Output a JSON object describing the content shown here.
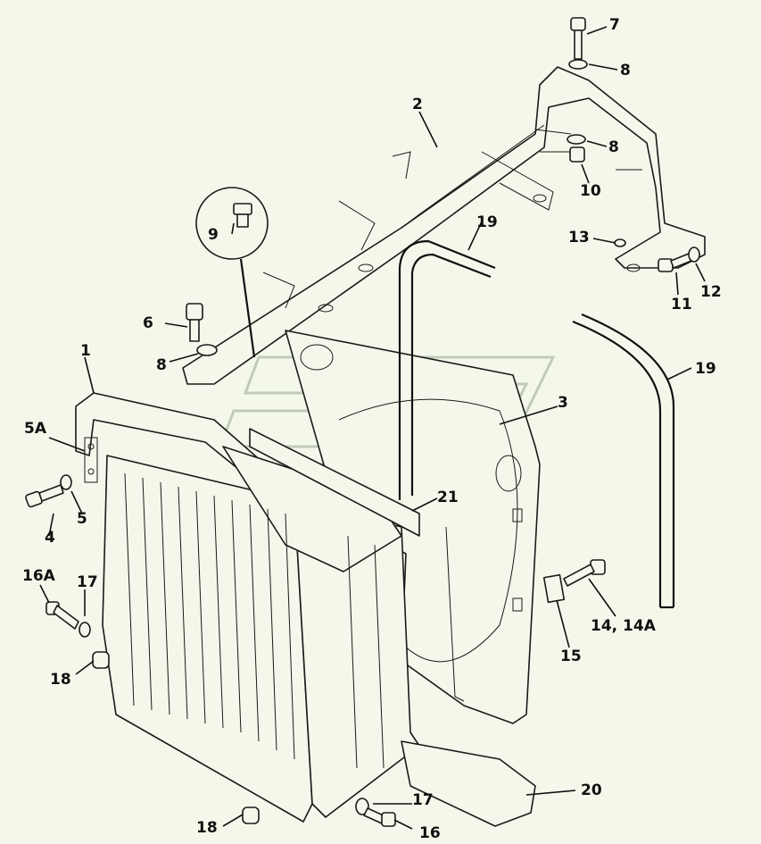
{
  "callouts": [
    {
      "id": "c1",
      "text": "1"
    },
    {
      "id": "c2",
      "text": "2"
    },
    {
      "id": "c3",
      "text": "3"
    },
    {
      "id": "c4",
      "text": "4"
    },
    {
      "id": "c5",
      "text": "5"
    },
    {
      "id": "c5a",
      "text": "5A"
    },
    {
      "id": "c6",
      "text": "6"
    },
    {
      "id": "c7",
      "text": "7"
    },
    {
      "id": "c8a",
      "text": "8"
    },
    {
      "id": "c8b",
      "text": "8"
    },
    {
      "id": "c8c",
      "text": "8"
    },
    {
      "id": "c9",
      "text": "9"
    },
    {
      "id": "c10",
      "text": "10"
    },
    {
      "id": "c11",
      "text": "11"
    },
    {
      "id": "c12",
      "text": "12"
    },
    {
      "id": "c13",
      "text": "13"
    },
    {
      "id": "c14",
      "text": "14, 14A"
    },
    {
      "id": "c15",
      "text": "15"
    },
    {
      "id": "c16a",
      "text": "16A"
    },
    {
      "id": "c16",
      "text": "16"
    },
    {
      "id": "c17a",
      "text": "17"
    },
    {
      "id": "c17b",
      "text": "17"
    },
    {
      "id": "c18a",
      "text": "18"
    },
    {
      "id": "c18b",
      "text": "18"
    },
    {
      "id": "c19a",
      "text": "19"
    },
    {
      "id": "c19b",
      "text": "19"
    },
    {
      "id": "c20",
      "text": "20"
    },
    {
      "id": "c21",
      "text": "21"
    }
  ]
}
